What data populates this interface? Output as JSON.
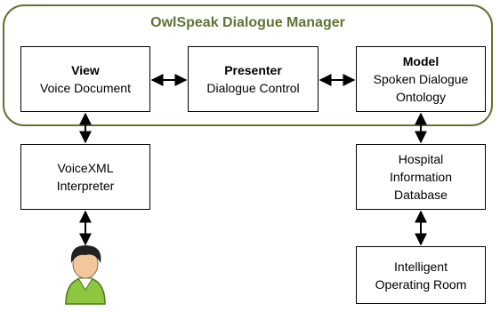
{
  "manager": {
    "title": "OwlSpeak Dialogue Manager"
  },
  "nodes": {
    "view": {
      "title": "View",
      "subtitle": "Voice Document"
    },
    "presenter": {
      "title": "Presenter",
      "subtitle": "Dialogue Control"
    },
    "model": {
      "title": "Model",
      "subtitle_line1": "Spoken Dialogue",
      "subtitle_line2": "Ontology"
    },
    "voicexml": {
      "line1": "VoiceXML",
      "line2": "Interpreter"
    },
    "hospital": {
      "line1": "Hospital",
      "line2": "Information",
      "line3": "Database"
    },
    "operating_room": {
      "line1": "Intelligent",
      "line2": "Operating Room"
    }
  },
  "colors": {
    "manager_border": "#5e7434",
    "manager_title": "#5e7434",
    "user_shirt": "#8dc63f",
    "user_hair": "#222222",
    "user_skin": "#f3c79c"
  },
  "icons": {
    "user": "user-icon"
  }
}
